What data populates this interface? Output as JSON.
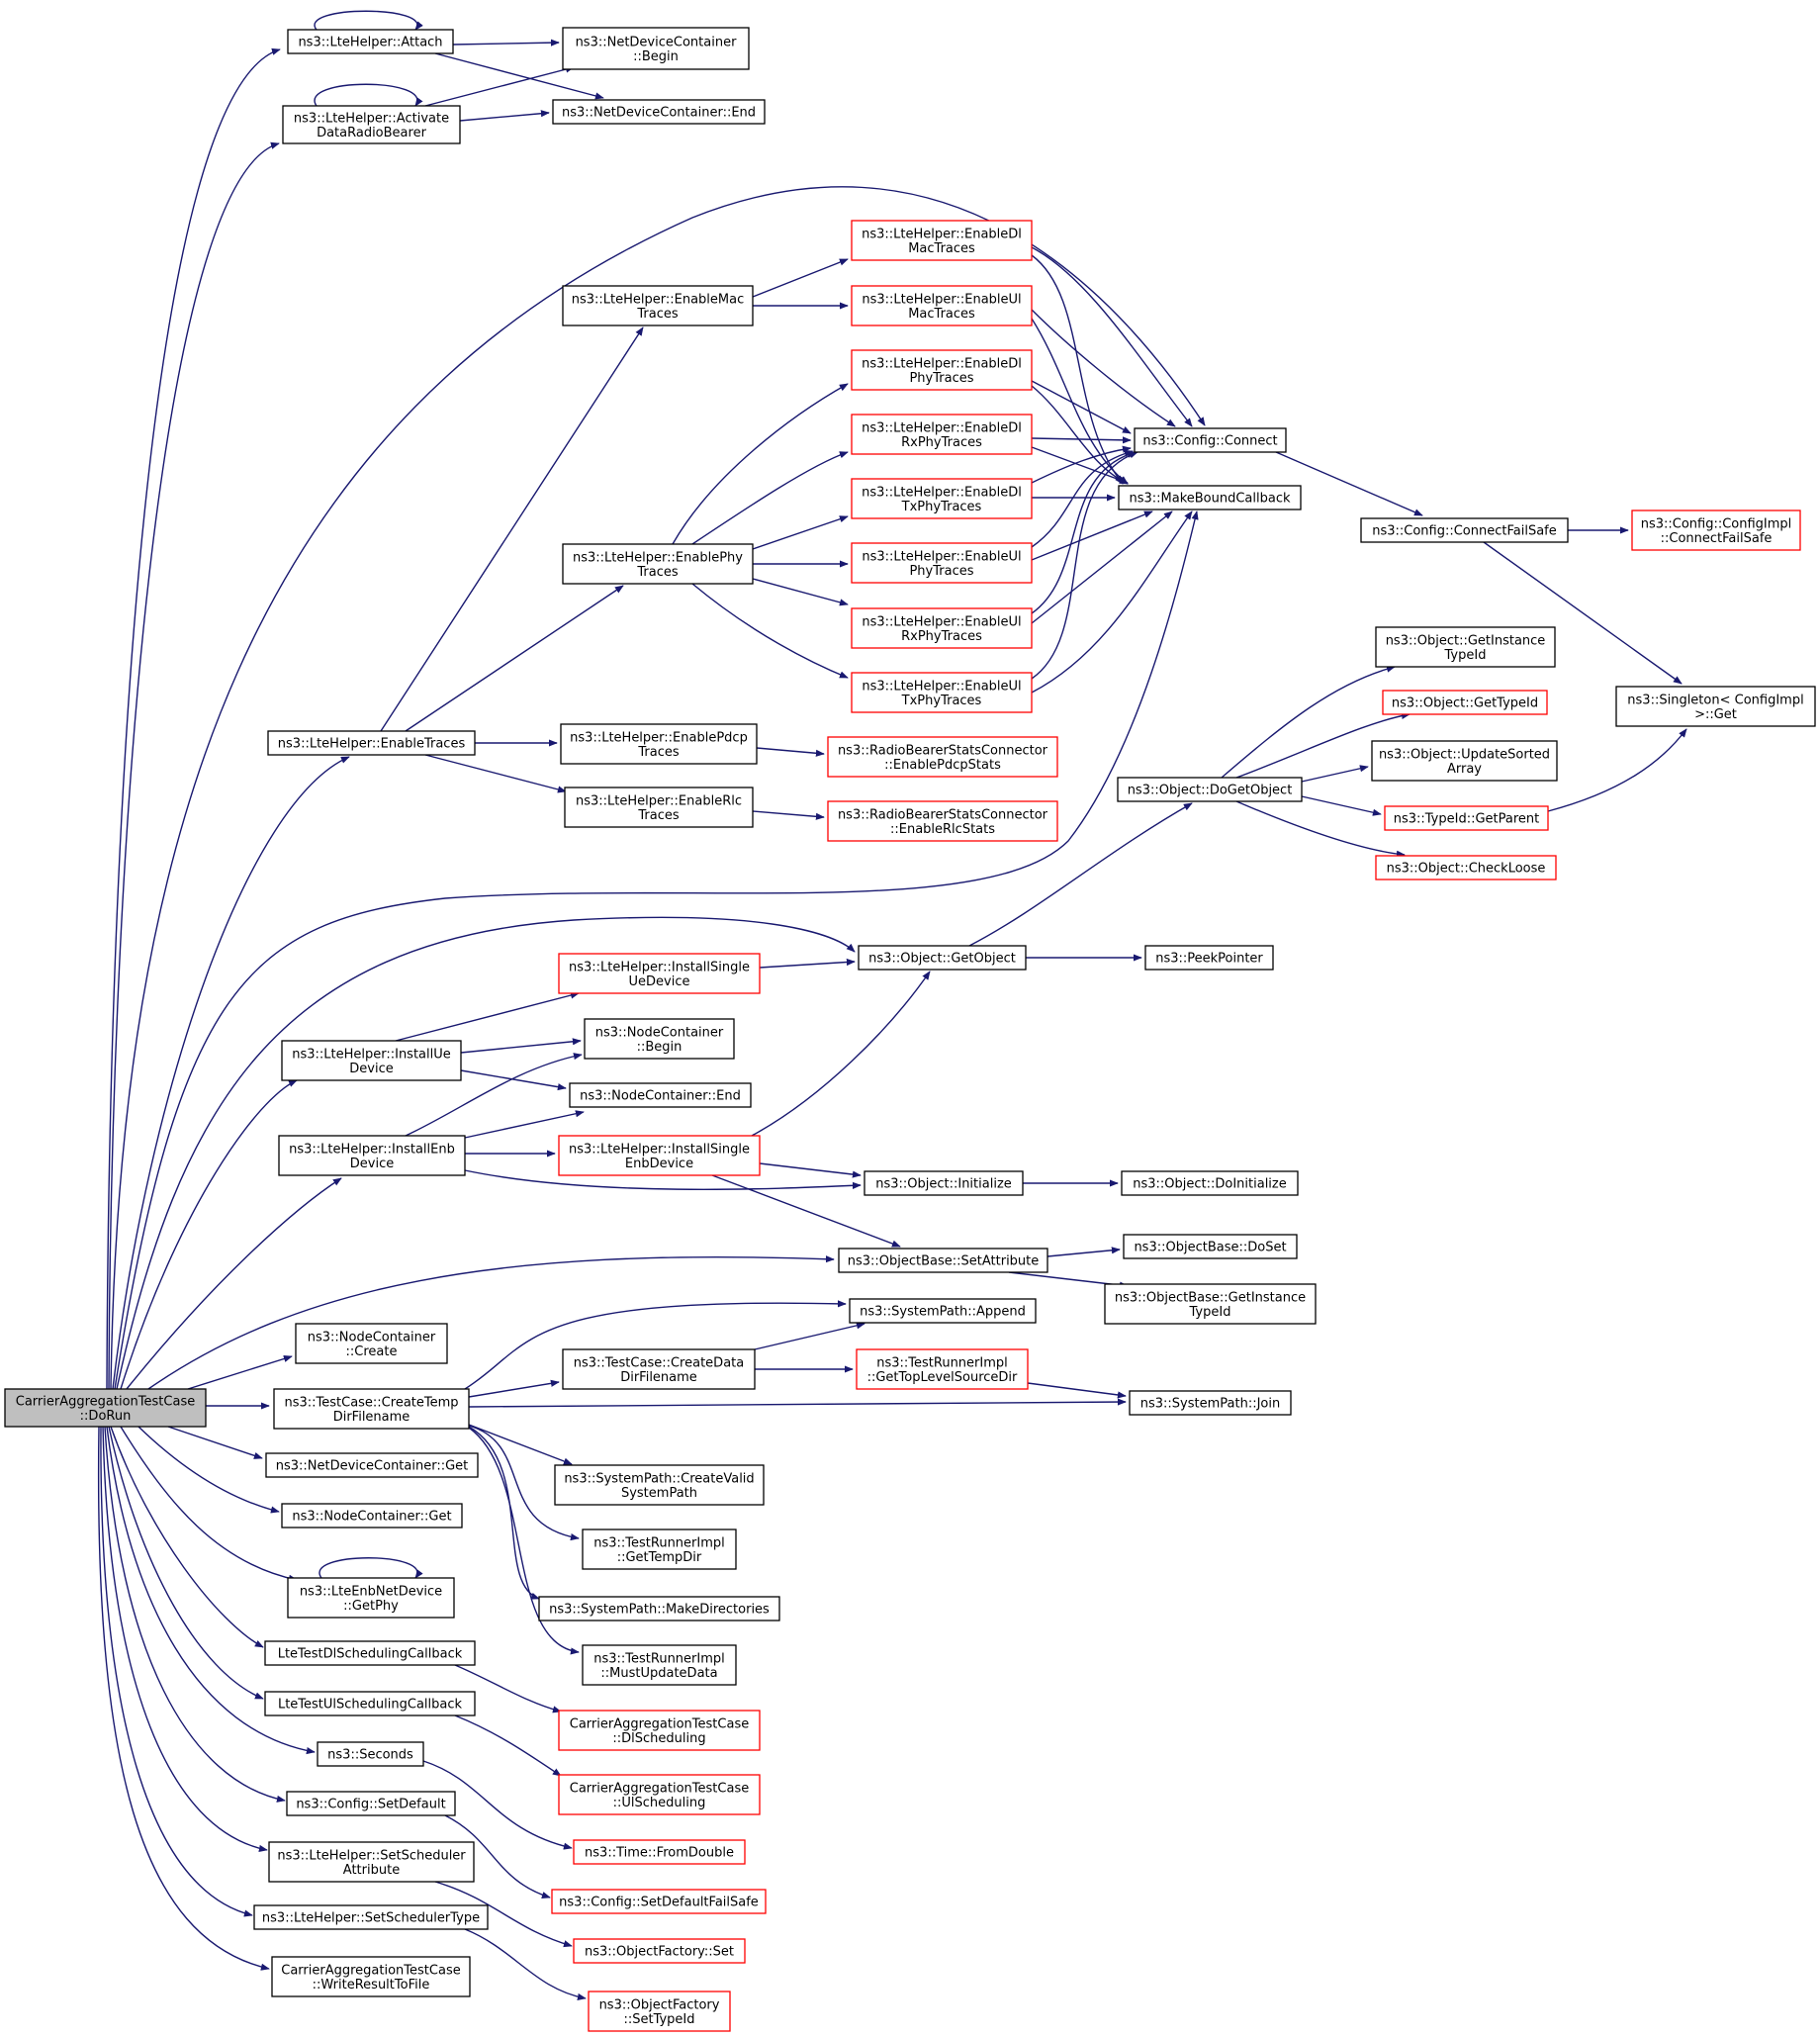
{
  "diagram": {
    "type": "call-graph",
    "edge_color": "#191970",
    "nodes": [
      {
        "id": "root",
        "lines": [
          "CarrierAggregationTestCase",
          "::DoRun"
        ],
        "style": "root"
      },
      {
        "id": "attach",
        "lines": [
          "ns3::LteHelper::Attach"
        ],
        "style": "black"
      },
      {
        "id": "ndc_begin",
        "lines": [
          "ns3::NetDeviceContainer",
          "::Begin"
        ],
        "style": "black"
      },
      {
        "id": "ndc_end",
        "lines": [
          "ns3::NetDeviceContainer::End"
        ],
        "style": "black"
      },
      {
        "id": "activate",
        "lines": [
          "ns3::LteHelper::Activate",
          "DataRadioBearer"
        ],
        "style": "black"
      },
      {
        "id": "enable_mac",
        "lines": [
          "ns3::LteHelper::EnableMac",
          "Traces"
        ],
        "style": "black"
      },
      {
        "id": "dl_mac",
        "lines": [
          "ns3::LteHelper::EnableDl",
          "MacTraces"
        ],
        "style": "red"
      },
      {
        "id": "ul_mac",
        "lines": [
          "ns3::LteHelper::EnableUl",
          "MacTraces"
        ],
        "style": "red"
      },
      {
        "id": "dl_phy",
        "lines": [
          "ns3::LteHelper::EnableDl",
          "PhyTraces"
        ],
        "style": "red"
      },
      {
        "id": "dl_rxphy",
        "lines": [
          "ns3::LteHelper::EnableDl",
          "RxPhyTraces"
        ],
        "style": "red"
      },
      {
        "id": "dl_txphy",
        "lines": [
          "ns3::LteHelper::EnableDl",
          "TxPhyTraces"
        ],
        "style": "red"
      },
      {
        "id": "ul_phy",
        "lines": [
          "ns3::LteHelper::EnableUl",
          "PhyTraces"
        ],
        "style": "red"
      },
      {
        "id": "ul_rxphy",
        "lines": [
          "ns3::LteHelper::EnableUl",
          "RxPhyTraces"
        ],
        "style": "red"
      },
      {
        "id": "ul_txphy",
        "lines": [
          "ns3::LteHelper::EnableUl",
          "TxPhyTraces"
        ],
        "style": "red"
      },
      {
        "id": "enable_phy",
        "lines": [
          "ns3::LteHelper::EnablePhy",
          "Traces"
        ],
        "style": "black"
      },
      {
        "id": "config_connect",
        "lines": [
          "ns3::Config::Connect"
        ],
        "style": "black"
      },
      {
        "id": "make_bound",
        "lines": [
          "ns3::MakeBoundCallback"
        ],
        "style": "black"
      },
      {
        "id": "connect_failsafe",
        "lines": [
          "ns3::Config::ConnectFailSafe"
        ],
        "style": "black"
      },
      {
        "id": "configimpl_cfs",
        "lines": [
          "ns3::Config::ConfigImpl",
          "::ConnectFailSafe"
        ],
        "style": "red"
      },
      {
        "id": "singleton_get",
        "lines": [
          "ns3::Singleton< ConfigImpl",
          " >::Get"
        ],
        "style": "black"
      },
      {
        "id": "get_instance_typeid",
        "lines": [
          "ns3::Object::GetInstance",
          "TypeId"
        ],
        "style": "black"
      },
      {
        "id": "get_typeid",
        "lines": [
          "ns3::Object::GetTypeId"
        ],
        "style": "red"
      },
      {
        "id": "update_sorted",
        "lines": [
          "ns3::Object::UpdateSorted",
          "Array"
        ],
        "style": "black"
      },
      {
        "id": "typeid_getparent",
        "lines": [
          "ns3::TypeId::GetParent"
        ],
        "style": "red"
      },
      {
        "id": "check_loose",
        "lines": [
          "ns3::Object::CheckLoose"
        ],
        "style": "red"
      },
      {
        "id": "do_get_object",
        "lines": [
          "ns3::Object::DoGetObject"
        ],
        "style": "black"
      },
      {
        "id": "enable_traces",
        "lines": [
          "ns3::LteHelper::EnableTraces"
        ],
        "style": "black"
      },
      {
        "id": "enable_pdcp",
        "lines": [
          "ns3::LteHelper::EnablePdcp",
          "Traces"
        ],
        "style": "black"
      },
      {
        "id": "enable_rlc",
        "lines": [
          "ns3::LteHelper::EnableRlc",
          "Traces"
        ],
        "style": "black"
      },
      {
        "id": "rbsc_pdcp",
        "lines": [
          "ns3::RadioBearerStatsConnector",
          "::EnablePdcpStats"
        ],
        "style": "red"
      },
      {
        "id": "rbsc_rlc",
        "lines": [
          "ns3::RadioBearerStatsConnector",
          "::EnableRlcStats"
        ],
        "style": "red"
      },
      {
        "id": "install_single_ue",
        "lines": [
          "ns3::LteHelper::InstallSingle",
          "UeDevice"
        ],
        "style": "red"
      },
      {
        "id": "get_object",
        "lines": [
          "ns3::Object::GetObject"
        ],
        "style": "black"
      },
      {
        "id": "peek_pointer",
        "lines": [
          "ns3::PeekPointer"
        ],
        "style": "black"
      },
      {
        "id": "install_ue",
        "lines": [
          "ns3::LteHelper::InstallUe",
          "Device"
        ],
        "style": "black"
      },
      {
        "id": "nc_begin",
        "lines": [
          "ns3::NodeContainer",
          "::Begin"
        ],
        "style": "black"
      },
      {
        "id": "nc_end",
        "lines": [
          "ns3::NodeContainer::End"
        ],
        "style": "black"
      },
      {
        "id": "install_enb",
        "lines": [
          "ns3::LteHelper::InstallEnb",
          "Device"
        ],
        "style": "black"
      },
      {
        "id": "install_single_enb",
        "lines": [
          "ns3::LteHelper::InstallSingle",
          "EnbDevice"
        ],
        "style": "red"
      },
      {
        "id": "obj_initialize",
        "lines": [
          "ns3::Object::Initialize"
        ],
        "style": "black"
      },
      {
        "id": "obj_doinitialize",
        "lines": [
          "ns3::Object::DoInitialize"
        ],
        "style": "black"
      },
      {
        "id": "set_attribute",
        "lines": [
          "ns3::ObjectBase::SetAttribute"
        ],
        "style": "black"
      },
      {
        "id": "do_set",
        "lines": [
          "ns3::ObjectBase::DoSet"
        ],
        "style": "black"
      },
      {
        "id": "ob_get_instance_typeid",
        "lines": [
          "ns3::ObjectBase::GetInstance",
          "TypeId"
        ],
        "style": "black"
      },
      {
        "id": "nc_create",
        "lines": [
          "ns3::NodeContainer",
          "::Create"
        ],
        "style": "black"
      },
      {
        "id": "sp_append",
        "lines": [
          "ns3::SystemPath::Append"
        ],
        "style": "black"
      },
      {
        "id": "create_data_dir",
        "lines": [
          "ns3::TestCase::CreateData",
          "DirFilename"
        ],
        "style": "black"
      },
      {
        "id": "get_top_level",
        "lines": [
          "ns3::TestRunnerImpl",
          "::GetTopLevelSourceDir"
        ],
        "style": "red"
      },
      {
        "id": "create_temp_dir",
        "lines": [
          "ns3::TestCase::CreateTemp",
          "DirFilename"
        ],
        "style": "black"
      },
      {
        "id": "sp_join",
        "lines": [
          "ns3::SystemPath::Join"
        ],
        "style": "black"
      },
      {
        "id": "ndc_get",
        "lines": [
          "ns3::NetDeviceContainer::Get"
        ],
        "style": "black"
      },
      {
        "id": "sp_create_valid",
        "lines": [
          "ns3::SystemPath::CreateValid",
          "SystemPath"
        ],
        "style": "black"
      },
      {
        "id": "nc_get",
        "lines": [
          "ns3::NodeContainer::Get"
        ],
        "style": "black"
      },
      {
        "id": "get_temp_dir",
        "lines": [
          "ns3::TestRunnerImpl",
          "::GetTempDir"
        ],
        "style": "black"
      },
      {
        "id": "enb_getphy",
        "lines": [
          "ns3::LteEnbNetDevice",
          "::GetPhy"
        ],
        "style": "black"
      },
      {
        "id": "sp_make_dirs",
        "lines": [
          "ns3::SystemPath::MakeDirectories"
        ],
        "style": "black"
      },
      {
        "id": "must_update",
        "lines": [
          "ns3::TestRunnerImpl",
          "::MustUpdateData"
        ],
        "style": "black"
      },
      {
        "id": "dl_sched_cb",
        "lines": [
          "LteTestDlSchedulingCallback"
        ],
        "style": "black"
      },
      {
        "id": "ca_dl_sched",
        "lines": [
          "CarrierAggregationTestCase",
          "::DlScheduling"
        ],
        "style": "red"
      },
      {
        "id": "ul_sched_cb",
        "lines": [
          "LteTestUlSchedulingCallback"
        ],
        "style": "black"
      },
      {
        "id": "ca_ul_sched",
        "lines": [
          "CarrierAggregationTestCase",
          "::UlScheduling"
        ],
        "style": "red"
      },
      {
        "id": "seconds",
        "lines": [
          "ns3::Seconds"
        ],
        "style": "black"
      },
      {
        "id": "time_fromdouble",
        "lines": [
          "ns3::Time::FromDouble"
        ],
        "style": "red"
      },
      {
        "id": "config_setdefault",
        "lines": [
          "ns3::Config::SetDefault"
        ],
        "style": "black"
      },
      {
        "id": "config_setdefault_fs",
        "lines": [
          "ns3::Config::SetDefaultFailSafe"
        ],
        "style": "red"
      },
      {
        "id": "set_sched_attr",
        "lines": [
          "ns3::LteHelper::SetScheduler",
          "Attribute"
        ],
        "style": "black"
      },
      {
        "id": "of_set",
        "lines": [
          "ns3::ObjectFactory::Set"
        ],
        "style": "red"
      },
      {
        "id": "set_sched_type",
        "lines": [
          "ns3::LteHelper::SetSchedulerType"
        ],
        "style": "black"
      },
      {
        "id": "of_settypeid",
        "lines": [
          "ns3::ObjectFactory",
          "::SetTypeId"
        ],
        "style": "red"
      },
      {
        "id": "write_result",
        "lines": [
          "CarrierAggregationTestCase",
          "::WriteResultToFile"
        ],
        "style": "black"
      }
    ]
  }
}
